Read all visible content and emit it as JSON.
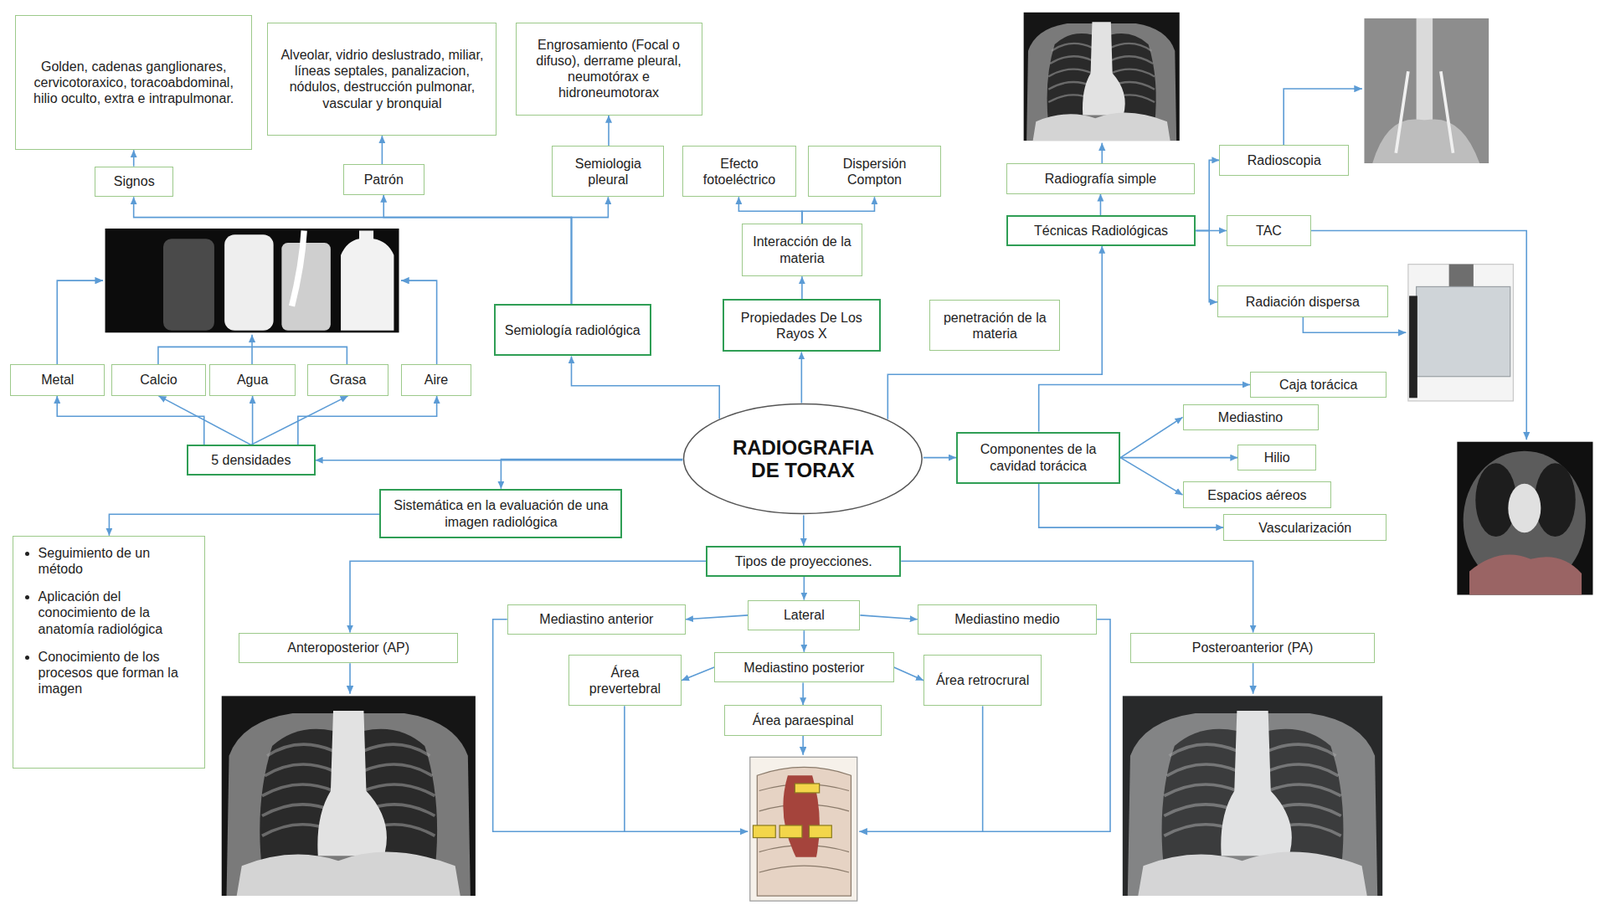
{
  "diagram": {
    "nodes": [
      {
        "text": [
          "Golden, cadenas ganglionares, cervicotoraxico, toracoabdominal, hilio oculto, extra e intrapulmonar."
        ]
      },
      {
        "text": [
          "Alveolar, vidrio deslustrado, miliar, líneas septales, panalizacion, nódulos, destrucción pulmonar, vascular y bronquial"
        ]
      },
      {
        "text": [
          "Engrosamiento (Focal o difuso), derrame pleural, neumotórax e hidroneumotorax"
        ]
      },
      {
        "text": [
          "Signos"
        ]
      },
      {
        "text": [
          "Patrón"
        ]
      },
      {
        "text": [
          "Semiologia pleural"
        ]
      },
      {
        "text": [
          "Efecto fotoeléctrico"
        ]
      },
      {
        "text": [
          "Dispersión Compton"
        ]
      },
      {
        "text": [
          "Radiografía simple"
        ]
      },
      {
        "text": [
          "Técnicas Radiológicas"
        ]
      },
      {
        "text": [
          "Radioscopia"
        ]
      },
      {
        "text": [
          "TAC"
        ]
      },
      {
        "text": [
          "Radiación dispersa"
        ]
      },
      {
        "text": [
          "Interacción de la materia"
        ]
      },
      {
        "text": [
          "Semiología radiológica"
        ]
      },
      {
        "text": [
          "Propiedades De Los Rayos X"
        ]
      },
      {
        "text": [
          "penetración de la materia"
        ]
      },
      {
        "text": [
          "Metal"
        ]
      },
      {
        "text": [
          "Calcio"
        ]
      },
      {
        "text": [
          "Agua"
        ]
      },
      {
        "text": [
          "Grasa"
        ]
      },
      {
        "text": [
          "Aire"
        ]
      },
      {
        "text": [
          "5 densidades"
        ]
      },
      {
        "text": [
          "RADIOGRAFIA DE TORAX"
        ]
      },
      {
        "text": [
          "Componentes de la cavidad torácica"
        ]
      },
      {
        "text": [
          "Caja torácica"
        ]
      },
      {
        "text": [
          "Mediastino"
        ]
      },
      {
        "text": [
          "Hilio"
        ]
      },
      {
        "text": [
          "Espacios aéreos"
        ]
      },
      {
        "text": [
          "Vascularización"
        ]
      },
      {
        "text": [
          "Sistemática en la evaluación de una imagen radiológica"
        ]
      },
      {
        "text": [
          "Seguimiento de un método",
          "Aplicación del conocimiento de la anatomía radiológica",
          "Conocimiento de los procesos que forman la imagen"
        ]
      },
      {
        "text": [
          "Tipos de proyecciones."
        ]
      },
      {
        "text": [
          "Anteroposterior (AP)"
        ]
      },
      {
        "text": [
          "Mediastino anterior"
        ]
      },
      {
        "text": [
          "Lateral"
        ]
      },
      {
        "text": [
          "Mediastino medio"
        ]
      },
      {
        "text": [
          "Posteroanterior (PA)"
        ]
      },
      {
        "text": [
          "Área prevertebral"
        ]
      },
      {
        "text": [
          "Mediastino posterior"
        ]
      },
      {
        "text": [
          "Área retrocrural"
        ]
      },
      {
        "text": [
          "Área paraespinal"
        ]
      }
    ],
    "edges": [
      {
        "from": 14,
        "to": 3,
        "arrow": "to"
      },
      {
        "from": 14,
        "to": 4,
        "arrow": "to"
      },
      {
        "from": 14,
        "to": 5,
        "arrow": "to"
      },
      {
        "from": 3,
        "to": 0,
        "arrow": "to"
      },
      {
        "from": 4,
        "to": 1,
        "arrow": "to"
      },
      {
        "from": 5,
        "to": 2,
        "arrow": "to"
      },
      {
        "from": 15,
        "to": 13,
        "arrow": "to"
      },
      {
        "from": 13,
        "to": 6,
        "arrow": "to"
      },
      {
        "from": 13,
        "to": 7,
        "arrow": "to"
      },
      {
        "from": 23,
        "to": 15,
        "arrow": "to"
      },
      {
        "from": 23,
        "to": 14,
        "arrow": "to"
      },
      {
        "from": 23,
        "to": 9,
        "arrow": "to"
      },
      {
        "from": 9,
        "to": 8,
        "arrow": "to"
      },
      {
        "from": 9,
        "to": 10,
        "arrow": "to"
      },
      {
        "from": 9,
        "to": 11,
        "arrow": "to"
      },
      {
        "from": 9,
        "to": 12,
        "arrow": "to"
      },
      {
        "from": 23,
        "to": 22,
        "arrow": "to"
      },
      {
        "from": 22,
        "to": 17,
        "arrow": "to"
      },
      {
        "from": 22,
        "to": 18,
        "arrow": "to"
      },
      {
        "from": 22,
        "to": 19,
        "arrow": "to"
      },
      {
        "from": 22,
        "to": 20,
        "arrow": "to"
      },
      {
        "from": 22,
        "to": 21,
        "arrow": "to"
      },
      {
        "from": 23,
        "to": 24,
        "arrow": "to"
      },
      {
        "from": 24,
        "to": 25,
        "arrow": "to"
      },
      {
        "from": 24,
        "to": 26,
        "arrow": "to"
      },
      {
        "from": 24,
        "to": 27,
        "arrow": "to"
      },
      {
        "from": 24,
        "to": 28,
        "arrow": "to"
      },
      {
        "from": 24,
        "to": 29,
        "arrow": "to"
      },
      {
        "from": 23,
        "to": 30,
        "arrow": "to"
      },
      {
        "from": 30,
        "to": 31,
        "arrow": "to"
      },
      {
        "from": 23,
        "to": 32,
        "arrow": "to"
      },
      {
        "from": 32,
        "to": 33,
        "arrow": "to"
      },
      {
        "from": 32,
        "to": 37,
        "arrow": "to"
      },
      {
        "from": 32,
        "to": 35,
        "arrow": "to"
      },
      {
        "from": 35,
        "to": 34,
        "arrow": "to"
      },
      {
        "from": 35,
        "to": 36,
        "arrow": "to"
      },
      {
        "from": 35,
        "to": 39,
        "arrow": "to"
      },
      {
        "from": 39,
        "to": 38,
        "arrow": "to"
      },
      {
        "from": 39,
        "to": 40,
        "arrow": "to"
      },
      {
        "from": 39,
        "to": 41,
        "arrow": "to"
      }
    ]
  }
}
